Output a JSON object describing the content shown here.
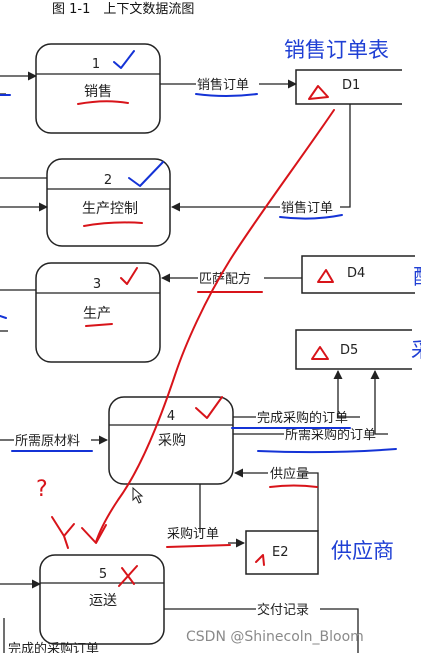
{
  "caption": "图 1-1　上下文数据流图",
  "processes": [
    {
      "number": "1",
      "name": "销售"
    },
    {
      "number": "2",
      "name": "生产控制"
    },
    {
      "number": "3",
      "name": "生产"
    },
    {
      "number": "4",
      "name": "采购"
    },
    {
      "number": "5",
      "name": "运送"
    }
  ],
  "stores": [
    {
      "id": "D1"
    },
    {
      "id": "D4"
    },
    {
      "id": "D5"
    }
  ],
  "entity": {
    "id": "E2"
  },
  "flows": {
    "sales_order_1": "销售订单",
    "sales_order_2": "销售订单",
    "recipe": "匹萨配方",
    "purchase_done": "完成采购的订单",
    "materials_needed_in": "所需原材料",
    "materials_order": "所需采购的订单",
    "supply_qty": "供应量",
    "purchase_order": "采购订单",
    "delivery_record": "交付记录",
    "bottom_cut": "完成的采购订单"
  },
  "annotations": {
    "d1_name": "销售订单表",
    "supplier": "供应商",
    "d4_partial": "配",
    "d5_partial": "采",
    "question": "?"
  },
  "watermark": "CSDN @Shinecoln_Bloom",
  "colors": {
    "pen_red": "#d8141a",
    "pen_blue": "#1433d6",
    "ink": "#222222"
  }
}
